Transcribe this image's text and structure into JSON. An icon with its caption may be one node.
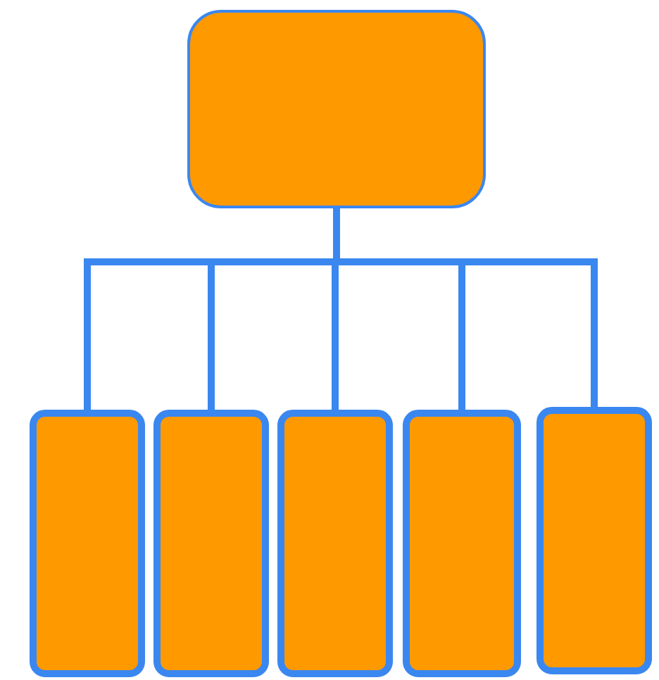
{
  "diagram": {
    "nodes": [
      {
        "text": [],
        "shape": "box"
      },
      {
        "text": [],
        "shape": "box"
      },
      {
        "text": [],
        "shape": "box"
      },
      {
        "text": [],
        "shape": "box"
      },
      {
        "text": [],
        "shape": "box"
      },
      {
        "text": [],
        "shape": "box"
      }
    ],
    "edges": [
      {
        "from": 0,
        "to": 1,
        "arrow": "none"
      },
      {
        "from": 0,
        "to": 2,
        "arrow": "none"
      },
      {
        "from": 0,
        "to": 3,
        "arrow": "none"
      },
      {
        "from": 0,
        "to": 4,
        "arrow": "none"
      },
      {
        "from": 0,
        "to": 5,
        "arrow": "none"
      }
    ]
  }
}
